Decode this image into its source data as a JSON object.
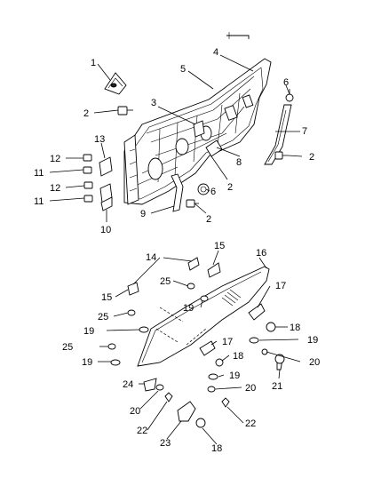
{
  "callouts": {
    "c1": "1",
    "c2a": "2",
    "c3": "3",
    "c4": "4",
    "c5": "5",
    "c6a": "6",
    "c7": "7",
    "c8": "8",
    "c2b": "2",
    "c6b": "6",
    "c2c": "2",
    "c2d": "2",
    "c13": "13",
    "c12a": "12",
    "c11a": "11",
    "c12b": "12",
    "c11b": "11",
    "c10": "10",
    "c9": "9",
    "c15a": "15",
    "c16": "16",
    "c14": "14",
    "c25a": "25",
    "c17a": "17",
    "c15b": "15",
    "c19a": "19",
    "c25b": "25",
    "c18a": "18",
    "c19b": "19",
    "c19c": "19",
    "c25c": "25",
    "c17b": "17",
    "c19d": "19",
    "c18b": "18",
    "c20a": "20",
    "c19e": "19",
    "c21": "21",
    "c24": "24",
    "c20b": "20",
    "c20c": "20",
    "c22a": "22",
    "c22b": "22",
    "c23": "23",
    "c18c": "18"
  }
}
